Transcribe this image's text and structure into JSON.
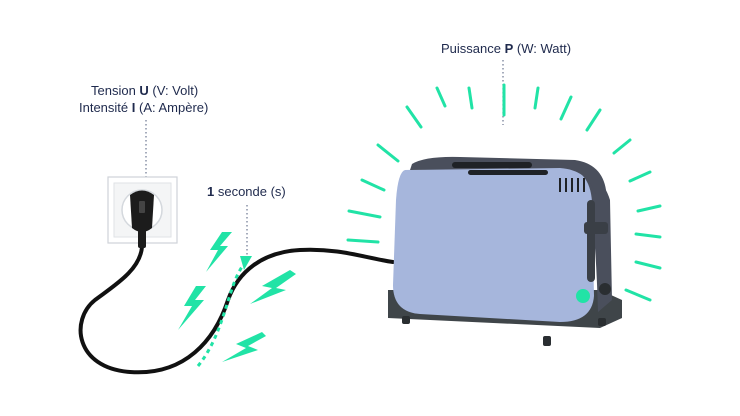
{
  "labels": {
    "power": {
      "prefix": "Puissance ",
      "symbol": "P",
      "suffix": " (W: Watt)"
    },
    "voltage": {
      "prefix": "Tension ",
      "symbol": "U",
      "suffix": " (V: Volt)"
    },
    "current": {
      "prefix": "Intensité ",
      "symbol": "I",
      "suffix": " (A: Ampère)"
    },
    "time": {
      "number": "1",
      "suffix": " seconde (s)"
    }
  },
  "colors": {
    "text": "#1f2a4d",
    "accent": "#21e3a6",
    "toaster_body": "#a6b6dc",
    "toaster_dark": "#4a4f5c",
    "base": "#3f4549",
    "cable": "#111111",
    "guide": "#6b7690"
  },
  "icons": [
    "power-socket-icon",
    "plug-icon",
    "toaster-icon",
    "lightning-bolt-icon",
    "heat-ray-icon"
  ]
}
